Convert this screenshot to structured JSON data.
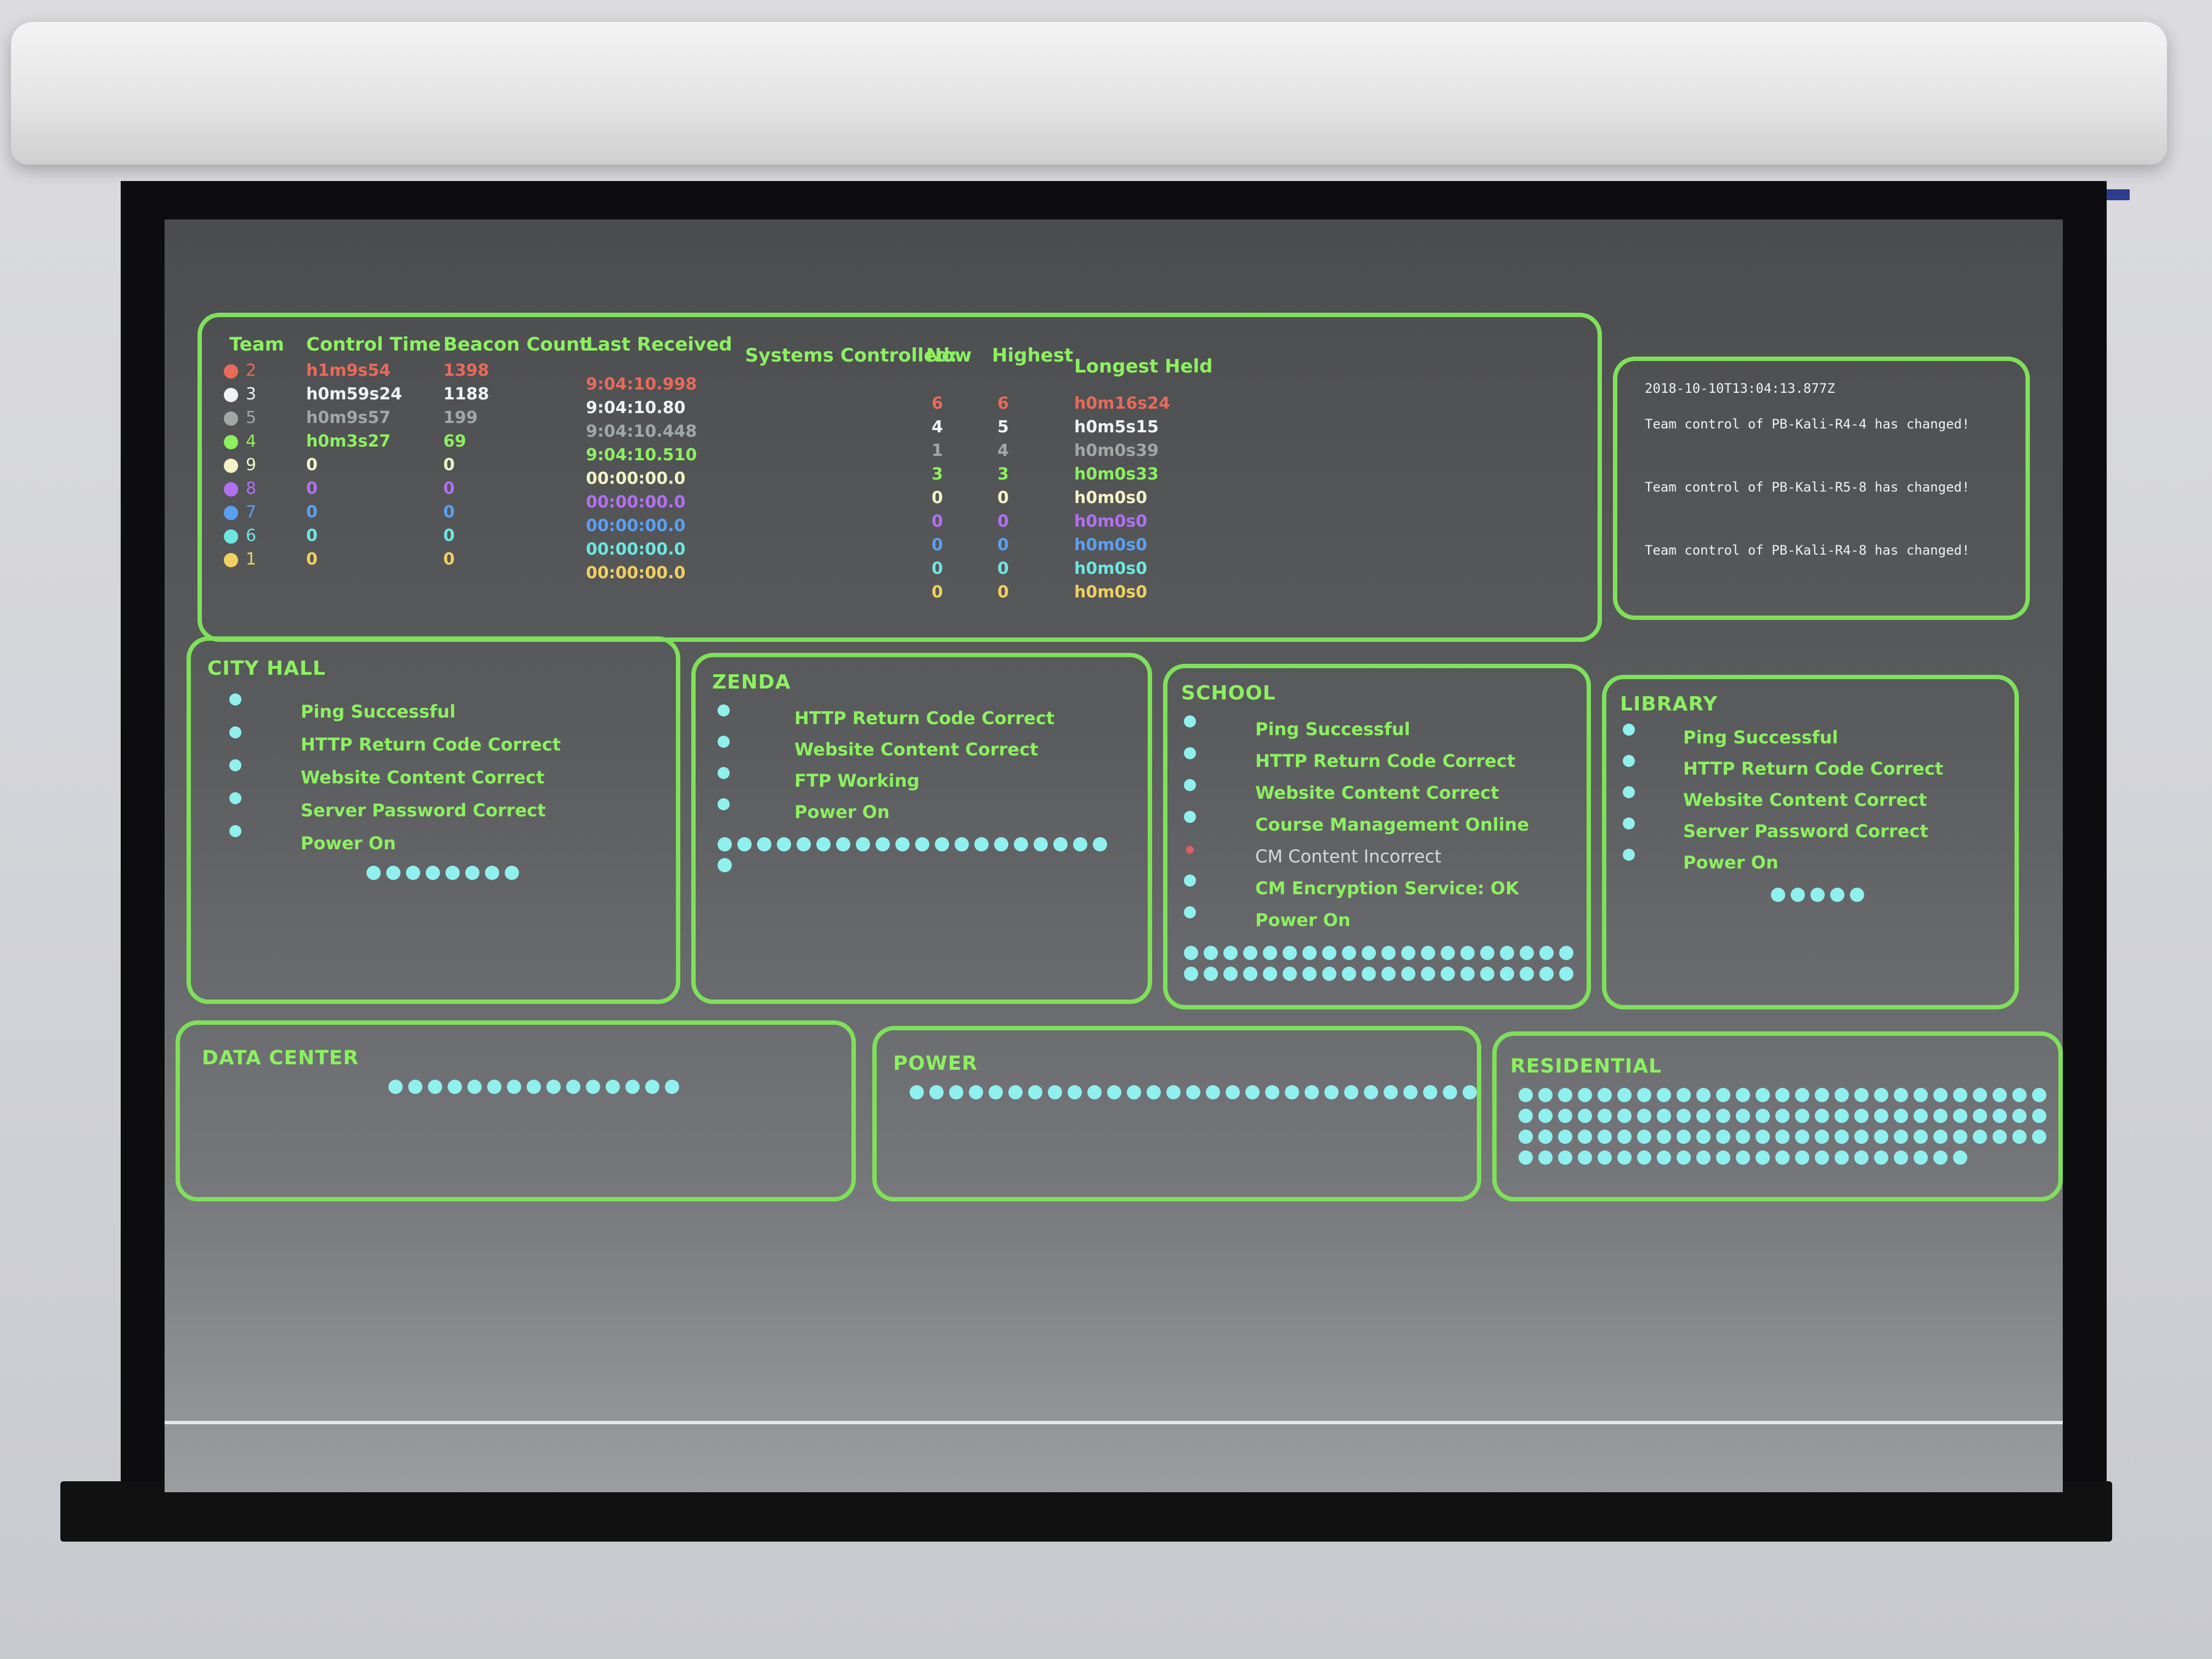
{
  "scoreboard": {
    "headers": {
      "team": "Team",
      "control_time": "Control Time",
      "beacon_count": "Beacon Count",
      "last_received": "Last Received",
      "systems_controlled": "Systems Controlled:",
      "now": "Now",
      "highest": "Highest",
      "longest_held": "Longest Held"
    },
    "rows": [
      {
        "team": "2",
        "color": "#e86a5a",
        "control_time": "h1m9s54",
        "beacon_count": "1398",
        "last_received": "9:04:10.998",
        "now": "6",
        "highest": "6",
        "longest_held": "h0m16s24"
      },
      {
        "team": "3",
        "color": "#f2f2f2",
        "control_time": "h0m59s24",
        "beacon_count": "1188",
        "last_received": "9:04:10.80",
        "now": "4",
        "highest": "5",
        "longest_held": "h0m5s15"
      },
      {
        "team": "5",
        "color": "#a0a8a4",
        "control_time": "h0m9s57",
        "beacon_count": "199",
        "last_received": "9:04:10.448",
        "now": "1",
        "highest": "4",
        "longest_held": "h0m0s39"
      },
      {
        "team": "4",
        "color": "#8cf060",
        "control_time": "h0m3s27",
        "beacon_count": "69",
        "last_received": "9:04:10.510",
        "now": "3",
        "highest": "3",
        "longest_held": "h0m0s33"
      },
      {
        "team": "9",
        "color": "#f4f4c8",
        "control_time": "0",
        "beacon_count": "0",
        "last_received": "00:00:00.0",
        "now": "0",
        "highest": "0",
        "longest_held": "h0m0s0"
      },
      {
        "team": "8",
        "color": "#b070f0",
        "control_time": "0",
        "beacon_count": "0",
        "last_received": "00:00:00.0",
        "now": "0",
        "highest": "0",
        "longest_held": "h0m0s0"
      },
      {
        "team": "7",
        "color": "#5aa0f0",
        "control_time": "0",
        "beacon_count": "0",
        "last_received": "00:00:00.0",
        "now": "0",
        "highest": "0",
        "longest_held": "h0m0s0"
      },
      {
        "team": "6",
        "color": "#6ee6e0",
        "control_time": "0",
        "beacon_count": "0",
        "last_received": "00:00:00.0",
        "now": "0",
        "highest": "0",
        "longest_held": "h0m0s0"
      },
      {
        "team": "1",
        "color": "#f0d060",
        "control_time": "0",
        "beacon_count": "0",
        "last_received": "00:00:00.0",
        "now": "0",
        "highest": "0",
        "longest_held": "h0m0s0"
      }
    ]
  },
  "events": {
    "timestamp": "2018-10-10T13:04:13.877Z",
    "messages": [
      "Team control of PB-Kali-R4-4 has changed!",
      "Team control of PB-Kali-R5-8 has changed!",
      "Team control of PB-Kali-R4-8 has changed!"
    ]
  },
  "zones": {
    "city_hall": {
      "title": "CITY HALL",
      "services": [
        "Ping Successful",
        "HTTP Return Code Correct",
        "Website Content Correct",
        "Server Password Correct",
        "Power On"
      ],
      "host_dots": 8
    },
    "zenda": {
      "title": "ZENDA",
      "services": [
        "HTTP Return Code Correct",
        "Website Content Correct",
        "FTP Working",
        "Power On"
      ],
      "host_dots": 21
    },
    "school": {
      "title": "SCHOOL",
      "services": [
        "Ping Successful",
        "HTTP Return Code Correct",
        "Website Content Correct",
        "Course Management Online",
        "CM Content Incorrect",
        "CM Encryption Service: OK",
        "Power On"
      ],
      "host_dots": 40
    },
    "library": {
      "title": "LIBRARY",
      "services": [
        "Ping Successful",
        "HTTP Return Code Correct",
        "Website Content Correct",
        "Server Password Correct",
        "Power On"
      ],
      "host_dots": 5
    },
    "data_center": {
      "title": "DATA CENTER",
      "host_dots": 15
    },
    "power": {
      "title": "POWER",
      "host_dots": 29
    },
    "residential": {
      "title": "RESIDENTIAL",
      "host_dots": 104
    }
  },
  "colors": {
    "panel_border": "#7fe05a",
    "header_text": "#8cf060",
    "host_dot": "#8ff0ee",
    "failed_service": "#e06060"
  }
}
